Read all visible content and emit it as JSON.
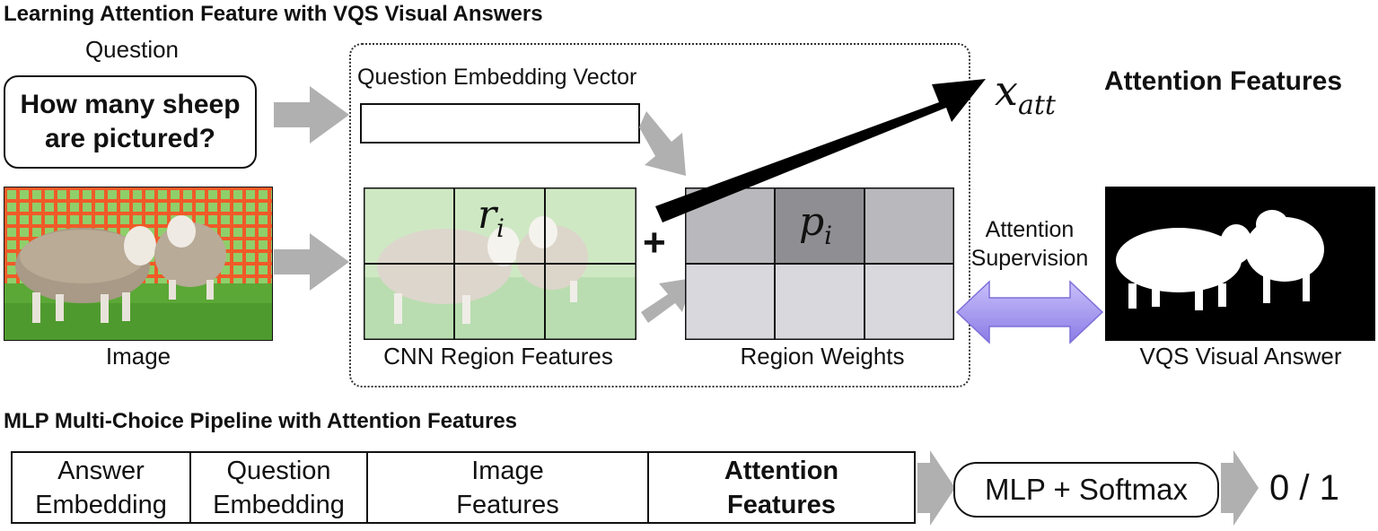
{
  "top_section": {
    "title": "Learning Attention Feature with VQS Visual Answers",
    "question_label": "Question",
    "question_text_line1": "How many sheep",
    "question_text_line2": "are pictured?",
    "image_label": "Image",
    "embedding_label": "Question Embedding Vector",
    "cnn_label": "CNN Region Features",
    "cnn_symbol_base": "r",
    "cnn_symbol_sub": "i",
    "plus": "+",
    "weights_label": "Region Weights",
    "weights_symbol_base": "p",
    "weights_symbol_sub": "i",
    "output_symbol_base": "x",
    "output_symbol_sub": "att",
    "output_label": "Attention Features",
    "supervision_line1": "Attention",
    "supervision_line2": "Supervision",
    "visual_answer_label": "VQS Visual Answer"
  },
  "bottom_section": {
    "title": "MLP Multi-Choice Pipeline with Attention Features",
    "cells": [
      {
        "line1": "Answer",
        "line2": "Embedding"
      },
      {
        "line1": "Question",
        "line2": "Embedding"
      },
      {
        "line1": "Image",
        "line2": "Features"
      },
      {
        "line1": "Attention",
        "line2": "Features"
      }
    ],
    "mlp_label": "MLP + Softmax",
    "result": "0 / 1"
  },
  "colors": {
    "arrow_gray": "#b0b0b0",
    "weight_dark": "#8f8f93",
    "weight_mid": "#b9b9bd",
    "weight_light": "#d9d9dd",
    "supervision_purple": "#a99cf2",
    "grass_green": "#5ba836",
    "fence_orange": "#f05a28"
  }
}
